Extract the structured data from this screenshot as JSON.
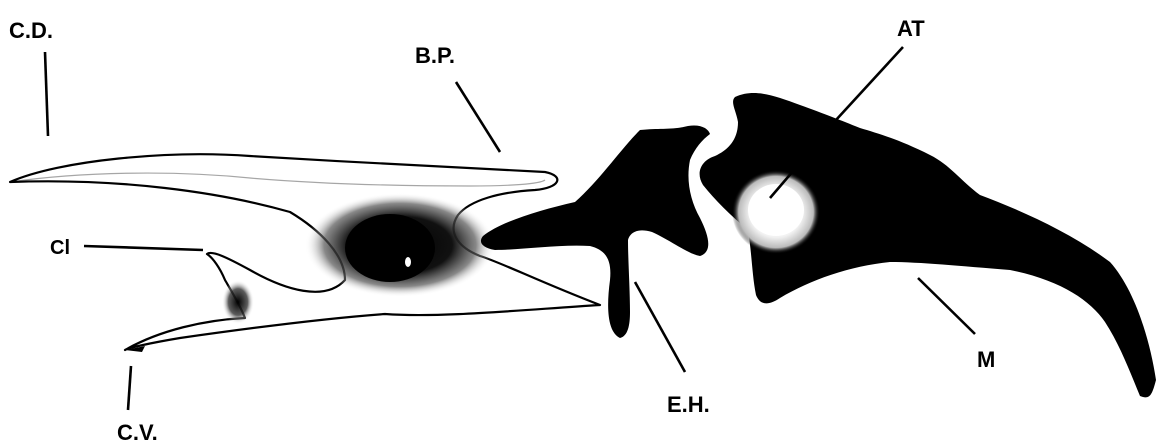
{
  "labels": {
    "cd": "C.D.",
    "bp": "B.P.",
    "at": "AT",
    "cl": "Cl",
    "cv": "C.V.",
    "eh": "E.H.",
    "m": "M"
  },
  "colors": {
    "ink": "#000000",
    "paper": "#ffffff"
  }
}
